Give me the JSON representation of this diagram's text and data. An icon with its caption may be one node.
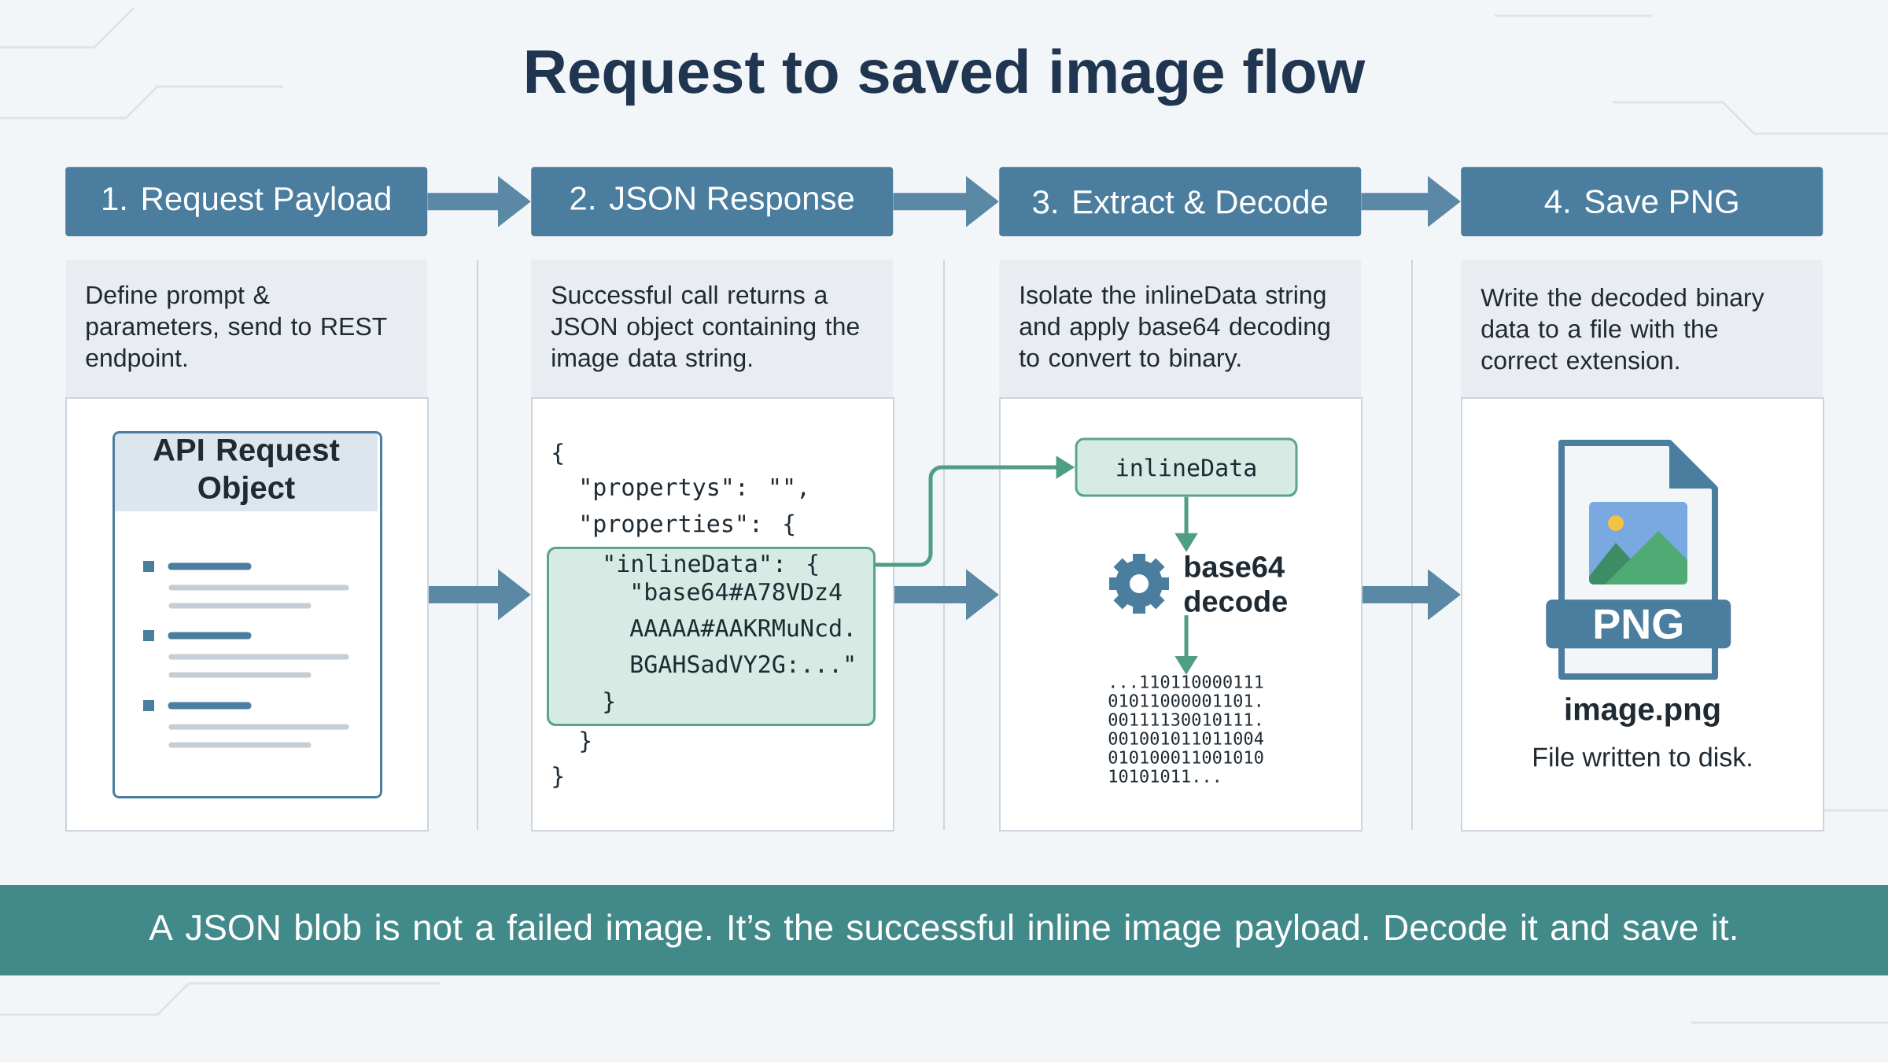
{
  "diagram": {
    "title": "Request to saved image flow",
    "caption": "A JSON blob is not a failed image. It’s the successful inline image payload. Decode it and save it.",
    "nodes": [
      {
        "text": [
          "1. Request Payload"
        ]
      },
      {
        "text": [
          "2. JSON Response"
        ]
      },
      {
        "text": [
          "3. Extract & Decode"
        ]
      },
      {
        "text": [
          "4. Save PNG"
        ]
      },
      {
        "text": [
          "Define prompt & parameters, send to REST endpoint."
        ]
      },
      {
        "text": [],
        "shape": "box"
      },
      {
        "text": [
          "API Request Object"
        ],
        "in": 5
      },
      {
        "text": [
          "Successful call returns a JSON object containing the image data string."
        ]
      },
      {
        "text": [
          "{",
          "\"propertys\": \"\",",
          "\"properties\": {",
          "}",
          "}"
        ]
      },
      {
        "text": [
          "\"inlineData\": {",
          "\"base64#A78VDz4 AAAAA#AAKRMuNcd. BGAHSadVY2G:...\"",
          "}"
        ],
        "in": 8
      },
      {
        "text": [
          "Isolate the inlineData string and apply base64 decoding to convert to binary."
        ]
      },
      {
        "text": [],
        "shape": "box"
      },
      {
        "text": [
          "inlineData"
        ],
        "in": 11
      },
      {
        "text": [
          "base64 decode"
        ],
        "in": 11
      },
      {
        "text": [
          "...110110000111 01011000001101. 00111130010111. 001001011011004 010100011001010 10101011..."
        ],
        "in": 11
      },
      {
        "text": [
          "Write the decoded binary data to a file with the correct extension."
        ]
      },
      {
        "text": [],
        "shape": "box"
      },
      {
        "text": [
          "PNG"
        ],
        "in": 16,
        "beside": [
          "image.png",
          "File written to disk."
        ]
      }
    ],
    "edges": [
      {
        "from": 0,
        "to": 1,
        "arrow": "to"
      },
      {
        "from": 1,
        "to": 2,
        "arrow": "to"
      },
      {
        "from": 2,
        "to": 3,
        "arrow": "to"
      },
      {
        "from": 5,
        "to": 8,
        "arrow": "to"
      },
      {
        "from": 8,
        "to": 11,
        "arrow": "to"
      },
      {
        "from": 11,
        "to": 16,
        "arrow": "to"
      },
      {
        "from": 9,
        "to": 12,
        "arrow": "to",
        "color": "#4f9e84"
      },
      {
        "from": 12,
        "to": 13,
        "arrow": "to",
        "color": "#4f9e84"
      },
      {
        "from": 13,
        "to": 14,
        "arrow": "to",
        "color": "#4f9e84"
      }
    ]
  }
}
